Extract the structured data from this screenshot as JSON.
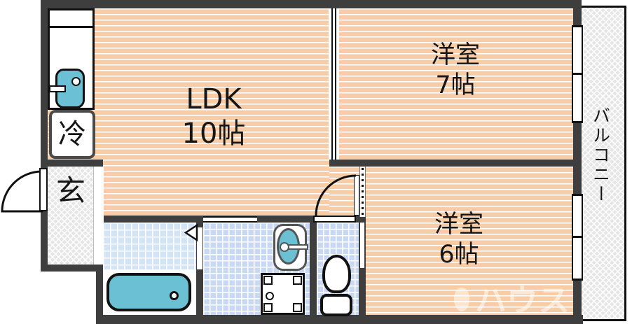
{
  "plan_title": "apartment-floor-plan",
  "rooms": {
    "ldk": {
      "name": "LDK",
      "size": "10帖"
    },
    "bedroom7": {
      "name": "洋室",
      "size": "7帖"
    },
    "bedroom6": {
      "name": "洋室",
      "size": "6帖"
    },
    "balcony": {
      "name": "バルコニー"
    },
    "entrance": {
      "name": "玄"
    },
    "refrigerator": {
      "name": "冷"
    }
  },
  "watermark": {
    "text": "ハウス"
  },
  "fixtures": {
    "kitchen_sink": "kitchen-sink-icon",
    "bathtub": "bathtub-icon",
    "washbasin": "washbasin-icon",
    "washing_machine_pan": "washing-machine-pan-icon",
    "toilet": "toilet-icon",
    "entrance_door": "door-swing-icon",
    "toilet_door": "door-swing-icon",
    "ldk_bedroom7_partition": "sliding-door-icon",
    "bathroom_door": "folding-door-icon",
    "windows": "window-icon"
  },
  "colors": {
    "wall": "#3E3E3E",
    "room_floor": "#F8CCA4",
    "water_fixture": "#6CC0D3",
    "bath_tile": "#D3E4F6",
    "washroom_tile": "#C9D9F3",
    "hatch_floor": "#E6E6E6",
    "outline": "#111111"
  }
}
